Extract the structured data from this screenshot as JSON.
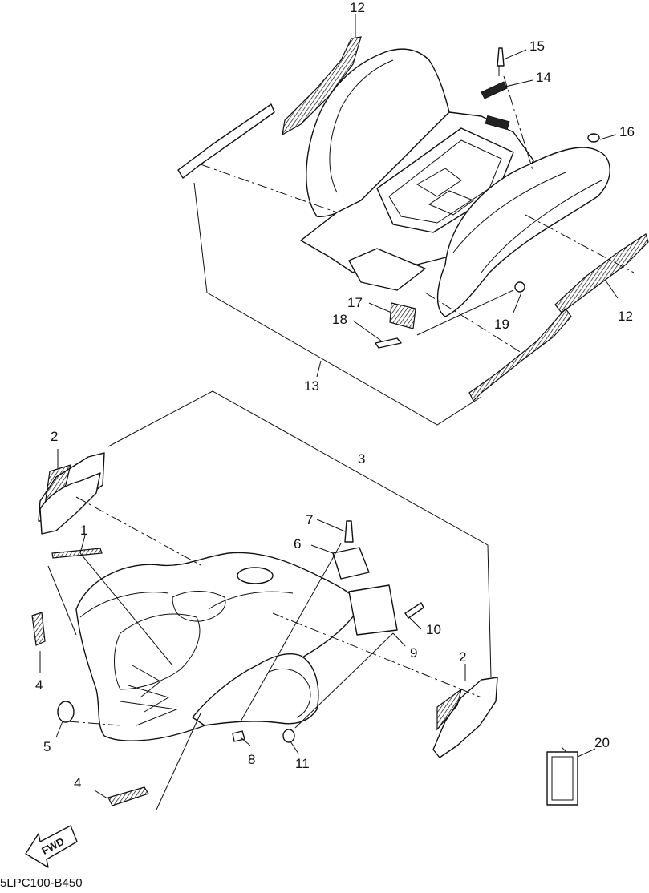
{
  "diagram": {
    "part_code": "5LPC100-B450",
    "direction_label": "FWD",
    "callouts": [
      "1",
      "2",
      "3",
      "4",
      "5",
      "6",
      "7",
      "8",
      "9",
      "10",
      "11",
      "12",
      "13",
      "14",
      "15",
      "16",
      "17",
      "18",
      "19",
      "20"
    ]
  }
}
